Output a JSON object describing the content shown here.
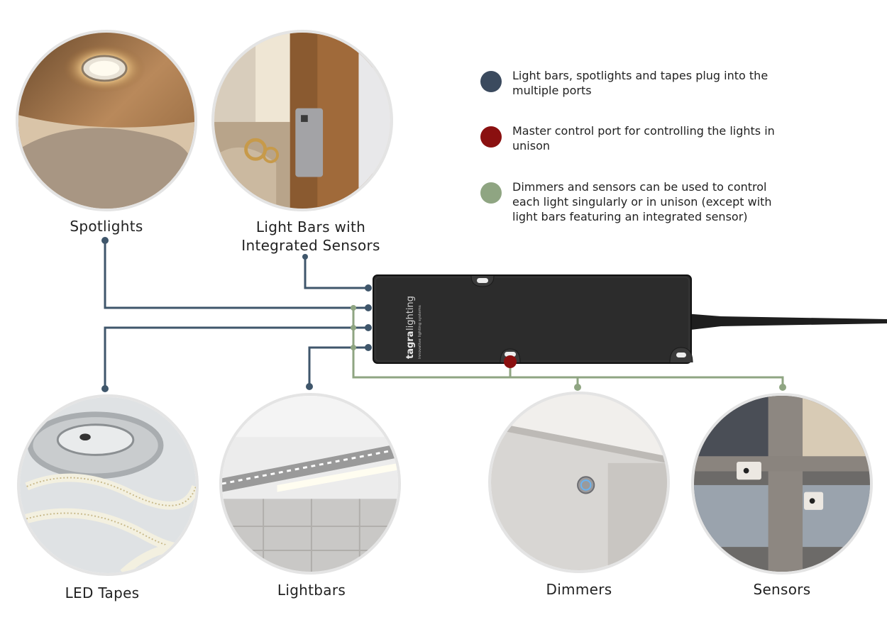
{
  "legend": [
    {
      "color": "#3b4a5e",
      "text": "Light bars, spotlights and tapes plug into the multiple ports"
    },
    {
      "color": "#8a1010",
      "text": "Master control port for controlling the lights in unison"
    },
    {
      "color": "#8fa582",
      "text": "Dimmers and sensors can be used to control each light singularly or in unison (except with light bars featuring an integrated sensor)"
    }
  ],
  "labels": {
    "spotlights": "Spotlights",
    "light_bars_sensors_1": "Light Bars with",
    "light_bars_sensors_2": "Integrated Sensors",
    "led_tapes": "LED Tapes",
    "lightbars": "Lightbars",
    "dimmers": "Dimmers",
    "sensors": "Sensors"
  },
  "device": {
    "brand_a": "tagra",
    "brand_b": "lighting",
    "tagline": "innovative lighting systems"
  },
  "colors": {
    "blue_wire": "#3f566b",
    "green_wire": "#8fa582",
    "master_port": "#8a1010",
    "device_body": "#2c2c2c"
  }
}
